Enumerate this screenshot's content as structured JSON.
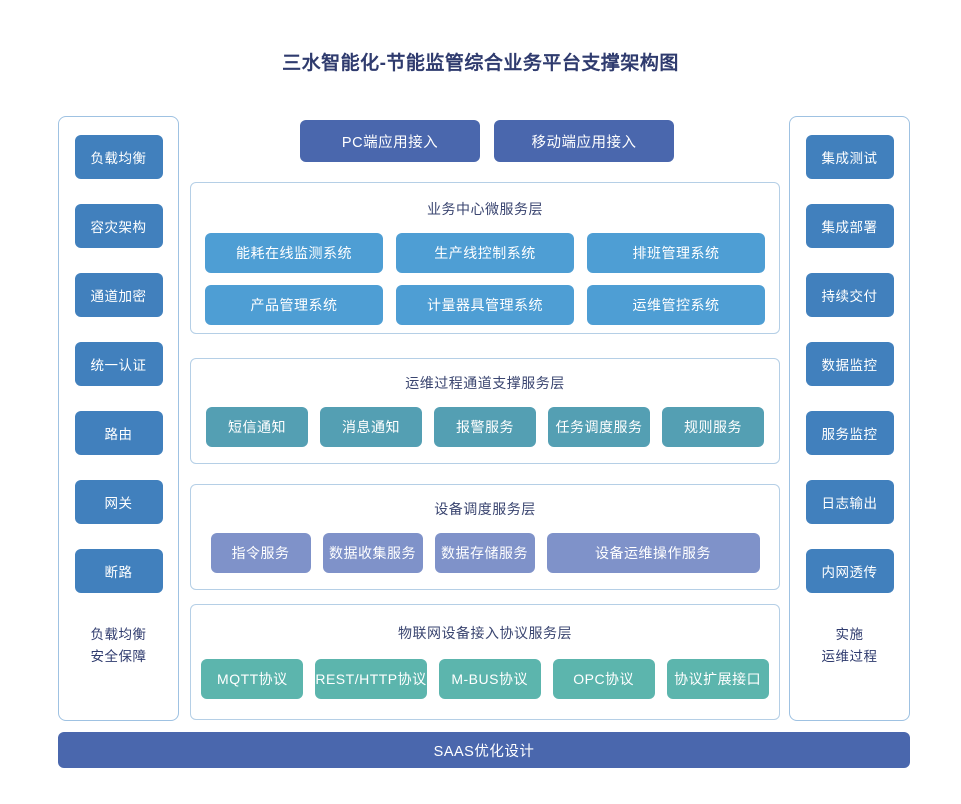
{
  "title": "三水智能化-节能监管综合业务平台支撑架构图",
  "colors": {
    "title_text": "#2f3b6e",
    "side_box": "#4180bd",
    "access_button": "#4a67ad",
    "business_chip": "#4e9ed4",
    "ops_chip": "#549fb3",
    "device_chip": "#7f92c9",
    "iot_chip": "#5cb5ad",
    "saas_bar": "#4a67ad",
    "panel_border": "#b5cfe6",
    "side_border": "#9fc2e2"
  },
  "left_column": {
    "items": [
      {
        "label": "负载均衡"
      },
      {
        "label": "容灾架构"
      },
      {
        "label": "通道加密"
      },
      {
        "label": "统一认证"
      },
      {
        "label": "路由"
      },
      {
        "label": "网关"
      },
      {
        "label": "断路"
      }
    ],
    "footer_line1": "负载均衡",
    "footer_line2": "安全保障"
  },
  "right_column": {
    "items": [
      {
        "label": "集成测试"
      },
      {
        "label": "集成部署"
      },
      {
        "label": "持续交付"
      },
      {
        "label": "数据监控"
      },
      {
        "label": "服务监控"
      },
      {
        "label": "日志输出"
      },
      {
        "label": "内网透传"
      }
    ],
    "footer_line1": "实施",
    "footer_line2": "运维过程"
  },
  "access_buttons": [
    {
      "label": "PC端应用接入"
    },
    {
      "label": "移动端应用接入"
    }
  ],
  "layers": [
    {
      "id": "business",
      "title": "业务中心微服务层",
      "rows": [
        [
          {
            "label": "能耗在线监测系统"
          },
          {
            "label": "生产线控制系统"
          },
          {
            "label": "排班管理系统"
          }
        ],
        [
          {
            "label": "产品管理系统"
          },
          {
            "label": "计量器具管理系统"
          },
          {
            "label": "运维管控系统"
          }
        ]
      ]
    },
    {
      "id": "ops",
      "title": "运维过程通道支撑服务层",
      "rows": [
        [
          {
            "label": "短信通知"
          },
          {
            "label": "消息通知"
          },
          {
            "label": "报警服务"
          },
          {
            "label": "任务调度服务"
          },
          {
            "label": "规则服务"
          }
        ]
      ]
    },
    {
      "id": "device",
      "title": "设备调度服务层",
      "rows": [
        [
          {
            "label": "指令服务"
          },
          {
            "label": "数据收集服务"
          },
          {
            "label": "数据存储服务"
          },
          {
            "label": "设备运维操作服务",
            "wide": true
          }
        ]
      ]
    },
    {
      "id": "iot",
      "title": "物联网设备接入协议服务层",
      "rows": [
        [
          {
            "label": "MQTT协议"
          },
          {
            "label": "REST/HTTP协议"
          },
          {
            "label": "M-BUS协议"
          },
          {
            "label": "OPC协议"
          },
          {
            "label": "协议扩展接口"
          }
        ]
      ]
    }
  ],
  "saas_bar": {
    "label": "SAAS优化设计"
  }
}
